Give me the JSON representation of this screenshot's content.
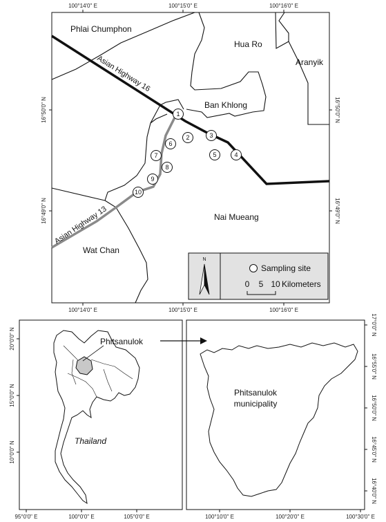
{
  "top_map": {
    "top_ticks": [
      "100°14'0\" E",
      "100°15'0\" E",
      "100°16'0\" E"
    ],
    "bottom_ticks": [
      "100°14'0\" E",
      "100°15'0\" E",
      "100°16'0\" E"
    ],
    "left_ticks": [
      "16°50'0\" N",
      "16°49'0\" N"
    ],
    "right_ticks": [
      "16°50'0\" N",
      "16°49'0\" N"
    ],
    "areas": [
      "Phlai Chumphon",
      "Hua Ro",
      "Aranyik",
      "Ban Khlong",
      "Nai Mueang",
      "Wat Chan"
    ],
    "highways": [
      "Asian Highway 16",
      "Asian Highway 13"
    ],
    "sites": [
      "1",
      "2",
      "3",
      "4",
      "5",
      "6",
      "7",
      "8",
      "9",
      "10"
    ],
    "legend": {
      "north": "N",
      "symbol_label": "Sampling site",
      "scale_ticks": [
        "0",
        "5",
        "10"
      ],
      "scale_unit": "Kilometers"
    }
  },
  "left_map": {
    "left_ticks": [
      "20°0'0\" N",
      "15°0'0\" N",
      "10°0'0\" N"
    ],
    "bottom_ticks": [
      "95°0'0\" E",
      "100°0'0\" E",
      "105°0'0\" E"
    ],
    "country_label": "Thailand",
    "province_label": "Phitsanulok"
  },
  "right_map": {
    "right_ticks": [
      "17°0'0\" N",
      "16°55'0\" N",
      "16°50'0\" N",
      "16°45'0\" N",
      "16°40'0\" N"
    ],
    "bottom_ticks": [
      "100°10'0\" E",
      "100°20'0\" E",
      "100°30'0\" E"
    ],
    "label_line1": "Phitsanulok",
    "label_line2": "municipality"
  }
}
